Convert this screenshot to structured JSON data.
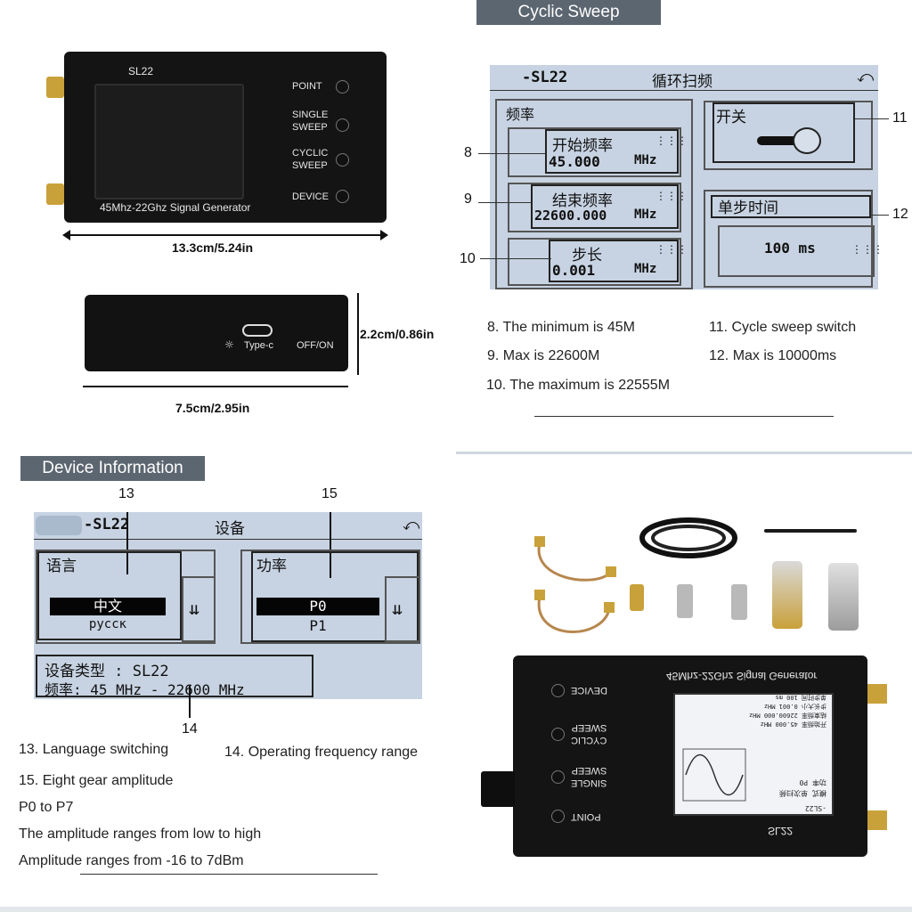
{
  "device_dims": {
    "model": "SL22",
    "buttons": [
      "POINT",
      "SINGLE\nSWEEP",
      "CYCLIC\nSWEEP",
      "DEVICE"
    ],
    "subtitle": "45Mhz-22Ghz Signal Generator",
    "width": "13.3cm/5.24in",
    "side_height": "2.2cm/0.86in",
    "side_width": "7.5cm/2.95in",
    "port_label": "Type-c",
    "switch_label": "OFF/ON"
  },
  "cyclic": {
    "header": "Cyclic Sweep",
    "lcd_title_left": "-SL22",
    "lcd_title_mid": "循环扫频",
    "freq_group": "频率",
    "start_label": "开始频率",
    "start_value": "45.000",
    "stop_label": "结束频率",
    "stop_value": "22600.000",
    "step_label": "步长",
    "step_value": "0.001",
    "unit": "MHz",
    "switch_label": "开关",
    "step_time_label": "单步时间",
    "step_time_value": "100 ms",
    "callouts": [
      "8",
      "9",
      "10",
      "11",
      "12"
    ],
    "notes": [
      "8. The minimum is 45M",
      "9. Max is 22600M",
      "10. The maximum is 22555M",
      "11. Cycle sweep switch",
      "12. Max is 10000ms"
    ]
  },
  "device_info": {
    "header": "Device Information",
    "lcd_title_left": "-SL22",
    "lcd_title_mid": "设备",
    "lang_group": "语言",
    "lang_selected": "中文",
    "lang_other": "русск",
    "power_group": "功率",
    "power_selected": "P0",
    "power_other": "P1",
    "type_line": "设备类型 : SL22",
    "freq_line": "频率: 45 MHz - 22600 MHz",
    "callouts": [
      "13",
      "14",
      "15"
    ],
    "notes": [
      "13. Language switching",
      "14. Operating frequency range",
      "15. Eight gear amplitude",
      "P0 to P7",
      "The amplitude ranges from low to high",
      "Amplitude ranges from -16 to 7dBm"
    ]
  },
  "package": {
    "mirrored_subtitle": "45Mhz-22Ghz Signal Generator",
    "model": "SL22",
    "buttons": [
      "DEVICE",
      "CYCLIC\nSWEEP",
      "SINGLE\nSWEEP",
      "POINT"
    ],
    "screen_lines": [
      "开始频率   45.000 MHz",
      "结束频率   22600.000 MHz",
      "步长大小   0.001 MHz",
      "单步时间   100 ms"
    ],
    "screen_mode": "模式  单次扫频",
    "screen_power": "功率  P0",
    "screen_title": "-SL22"
  }
}
